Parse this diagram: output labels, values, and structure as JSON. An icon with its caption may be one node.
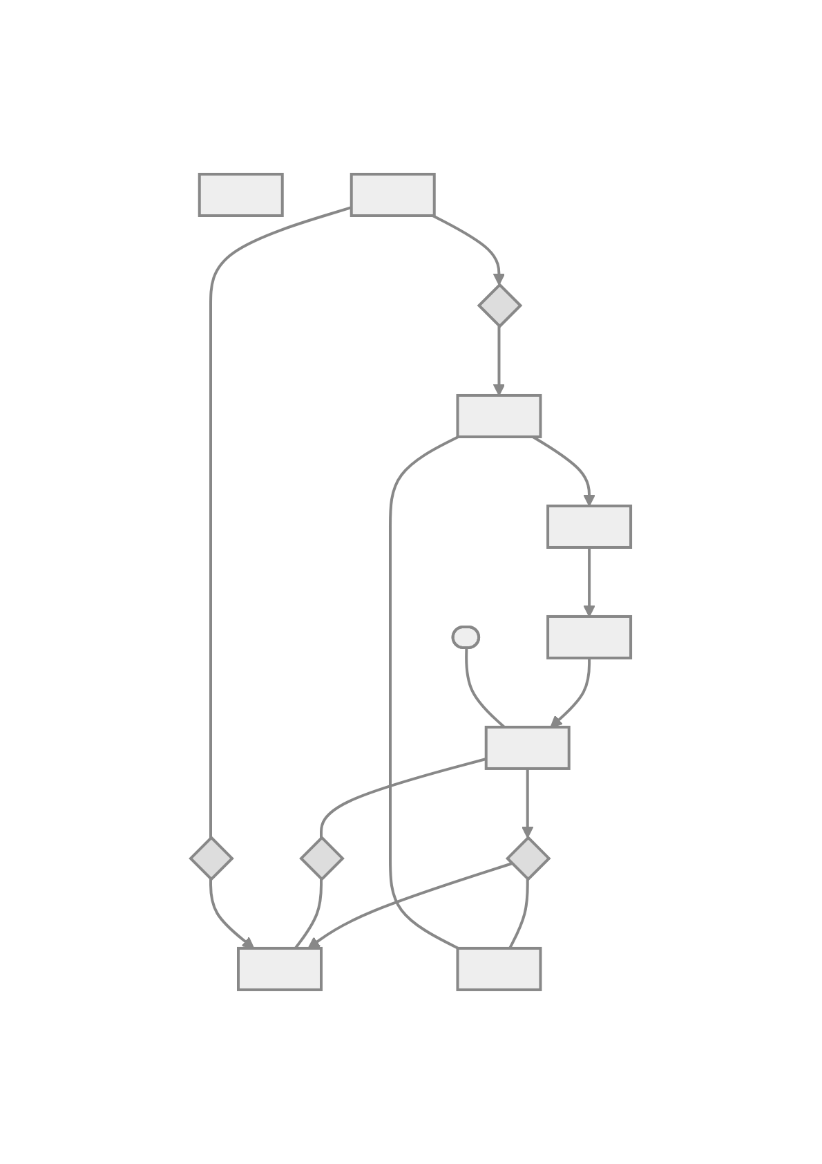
{
  "diagram": {
    "nodes": [
      {
        "text": [],
        "shape": "box"
      },
      {
        "text": [],
        "shape": "box"
      },
      {
        "text": [],
        "shape": "diamond"
      },
      {
        "text": [],
        "shape": "box"
      },
      {
        "text": [],
        "shape": "box"
      },
      {
        "text": [],
        "shape": "box"
      },
      {
        "text": [],
        "shape": "box"
      },
      {
        "text": [],
        "shape": "diamond"
      },
      {
        "text": [],
        "shape": "box"
      },
      {
        "text": [],
        "shape": "box"
      },
      {
        "text": [],
        "shape": "ellipse"
      },
      {
        "text": [],
        "shape": "diamond"
      },
      {
        "text": [],
        "shape": "diamond"
      }
    ],
    "edges": [
      {
        "from": 1,
        "to": 2,
        "arrow": "to"
      },
      {
        "from": 2,
        "to": 3,
        "arrow": "to"
      },
      {
        "from": 3,
        "to": 4,
        "arrow": "to"
      },
      {
        "from": 4,
        "to": 5,
        "arrow": "to"
      },
      {
        "from": 5,
        "to": 6,
        "arrow": "to"
      },
      {
        "from": 6,
        "to": 7,
        "arrow": "to"
      },
      {
        "from": 7,
        "to": 8,
        "arrow": "to"
      },
      {
        "from": 7,
        "to": 9,
        "arrow": "none"
      },
      {
        "from": 9,
        "to": 3,
        "arrow": "none"
      },
      {
        "from": 10,
        "to": 6,
        "arrow": "none"
      },
      {
        "from": 6,
        "to": 11,
        "arrow": "none"
      },
      {
        "from": 11,
        "to": 8,
        "arrow": "none"
      },
      {
        "from": 1,
        "to": 12,
        "arrow": "none"
      },
      {
        "from": 12,
        "to": 8,
        "arrow": "to"
      }
    ]
  }
}
